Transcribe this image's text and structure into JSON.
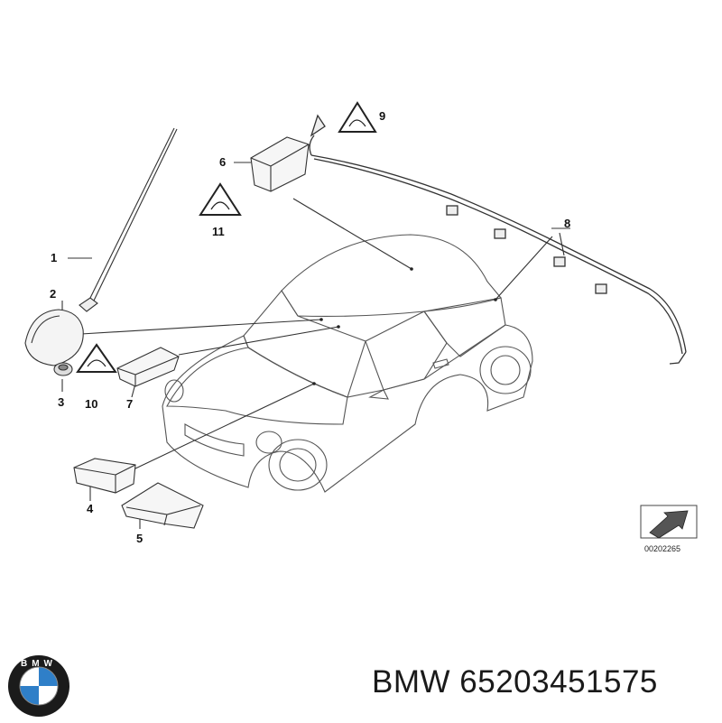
{
  "diagram": {
    "callouts": [
      "1",
      "2",
      "3",
      "4",
      "5",
      "6",
      "7",
      "8",
      "9",
      "10",
      "11"
    ],
    "drawing_code": "00202265"
  },
  "caption": {
    "brand": "BMW",
    "part_number": "65203451575"
  },
  "logo": {
    "letters": "BMW",
    "colors": {
      "blue": "#2f7fc8",
      "white": "#ffffff",
      "ring": "#1b1b1b"
    }
  },
  "colors": {
    "line": "#333333",
    "callout_text": "#111111"
  }
}
